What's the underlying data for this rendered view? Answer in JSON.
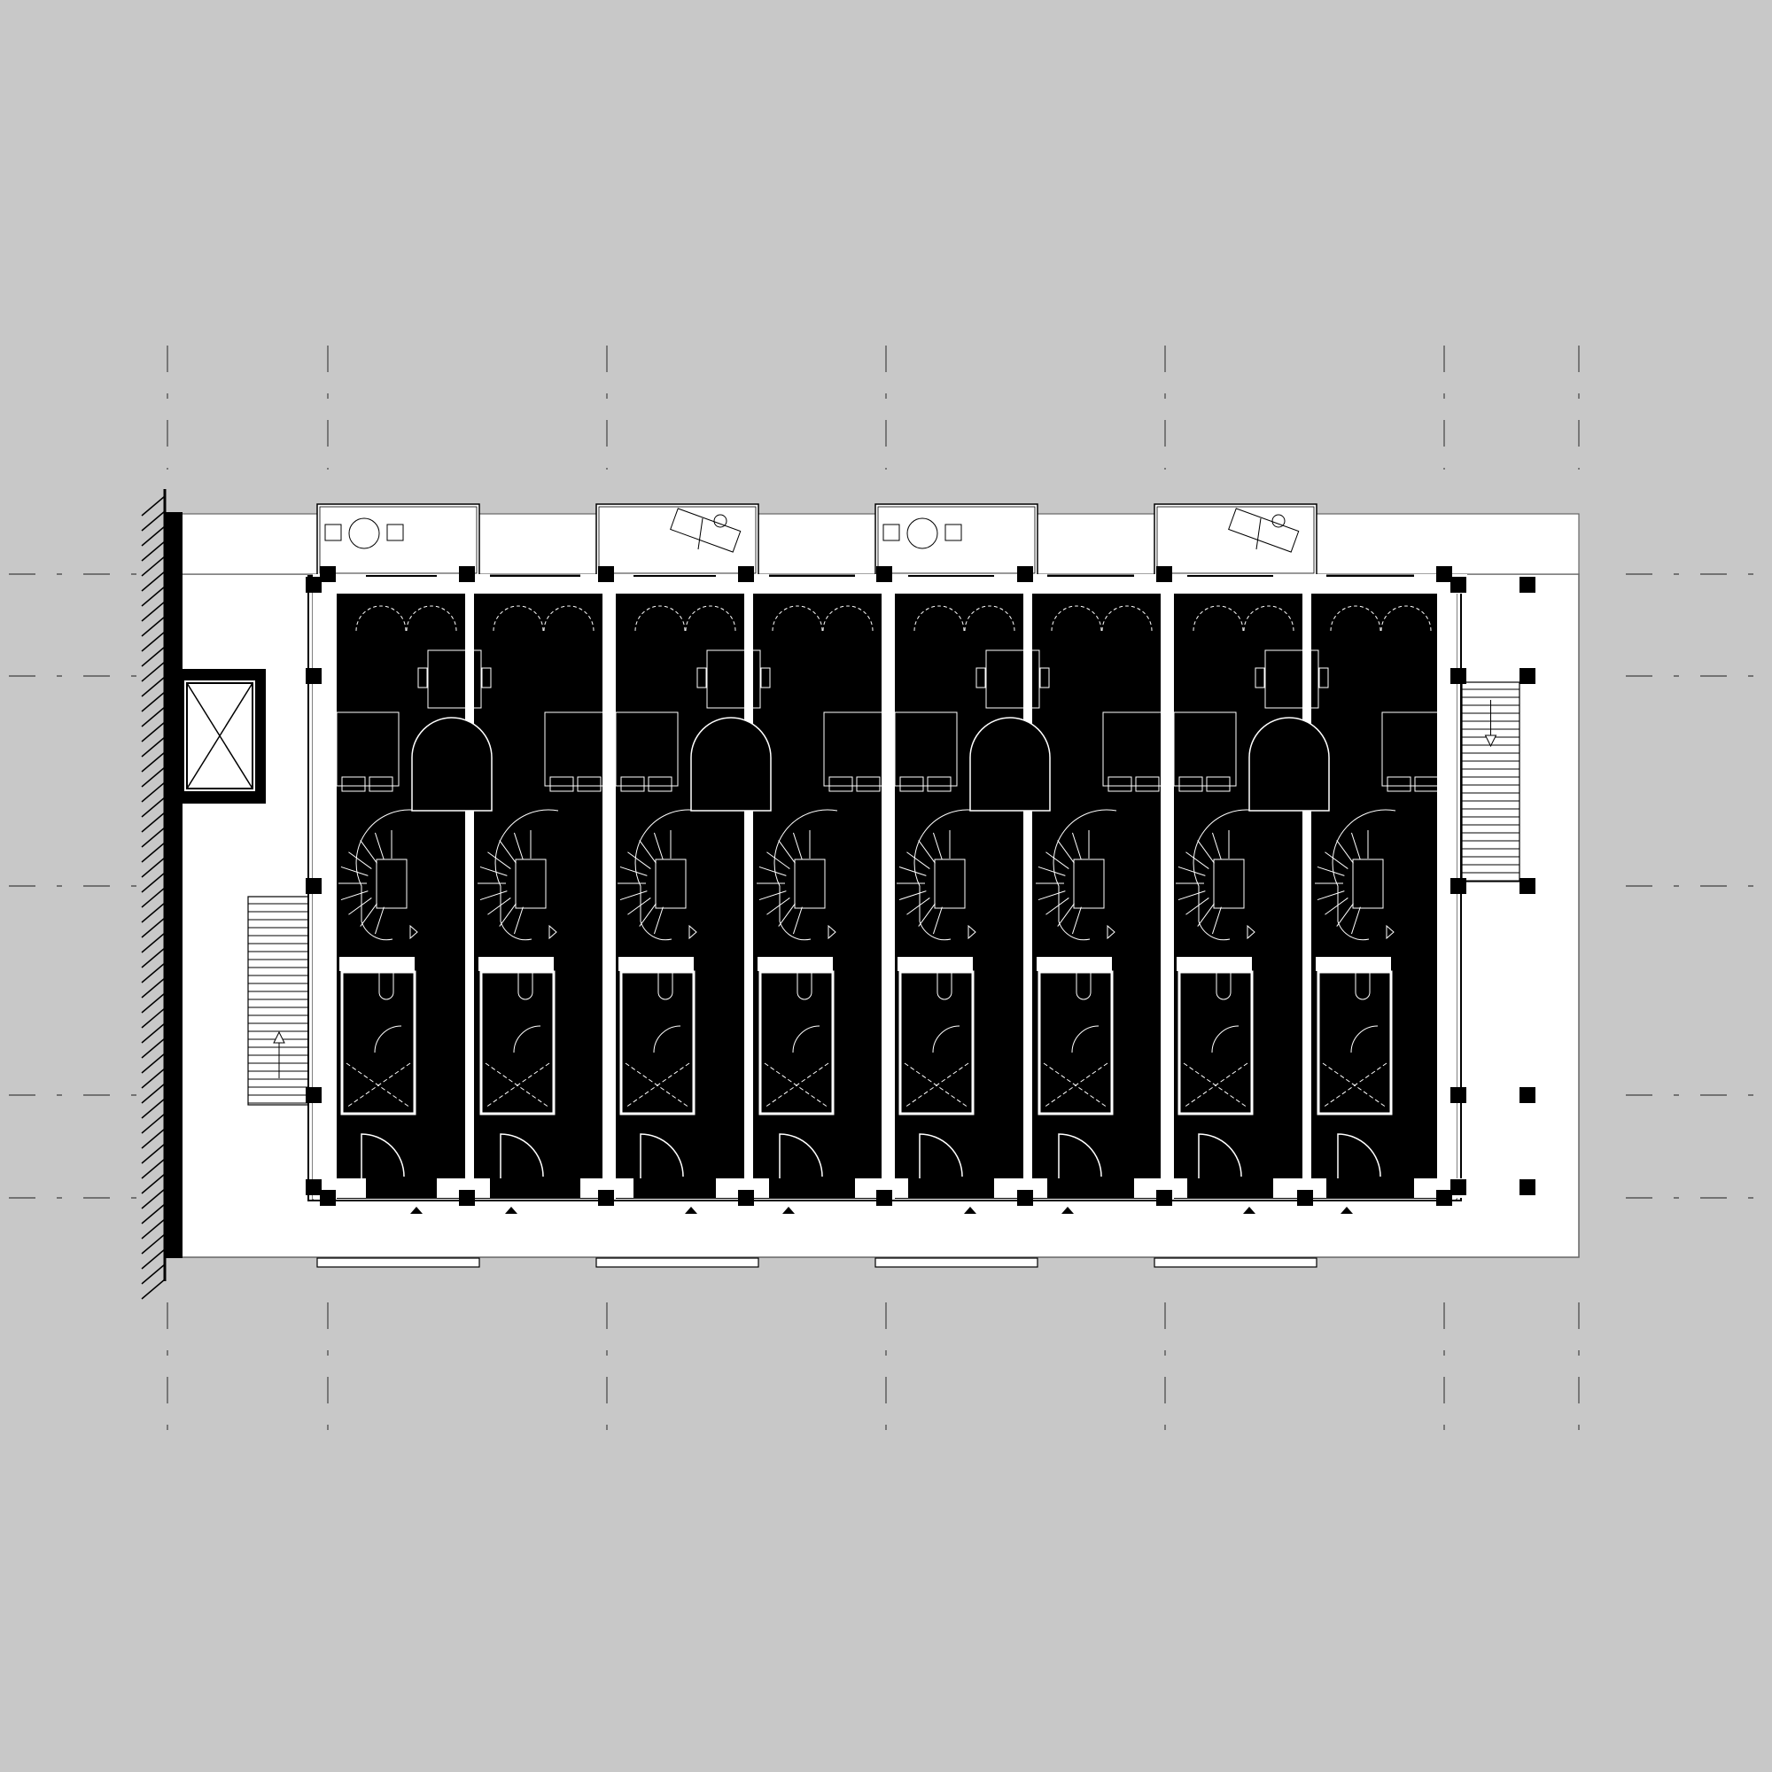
{
  "drawing": {
    "subject": "floor-plan",
    "units": [
      {
        "id": "unit-1",
        "furniture": "dining-table-chairs"
      },
      {
        "id": "unit-2",
        "furniture": "sun-loungers"
      },
      {
        "id": "unit-3",
        "furniture": "dining-table-chairs"
      },
      {
        "id": "unit-4",
        "furniture": "sun-loungers"
      }
    ],
    "icons": [
      "lift-icon",
      "stair-icon",
      "entrance-arrow-icon",
      "spiral-stair-icon"
    ],
    "colors": {
      "background": "#c8c8c8",
      "ground": "#ffffff",
      "interior": "#000000",
      "wall": "#ffffff",
      "line": "#555555"
    }
  }
}
